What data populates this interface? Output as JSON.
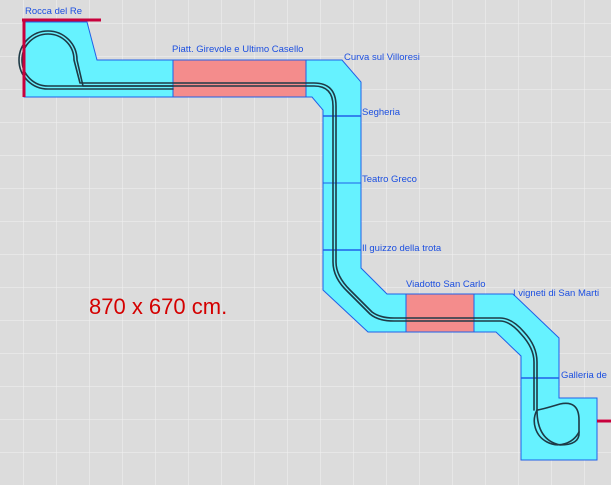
{
  "layout_plan": {
    "dimensions_text": "870 x 670 cm.",
    "colors": {
      "background": "#dcdcdc",
      "grid": "#f2f2f2",
      "baseboard": "#66f2ff",
      "baseboard_outline": "#2060e8",
      "special_module": "#f48c8c",
      "track": "#1e3a46",
      "edge_marker": "#c8003c",
      "label": "#1c4fe0",
      "dimensions": "#d40000"
    },
    "stations": [
      {
        "id": "rocca-del-re",
        "label": "Rocca del Re",
        "kind": "terminal-loop"
      },
      {
        "id": "piatt-girevole",
        "label": "Piatt. Girevole e Ultimo Casello",
        "kind": "special-module"
      },
      {
        "id": "curva-villoresi",
        "label": "Curva sul Villoresi",
        "kind": "curve"
      },
      {
        "id": "segheria",
        "label": "Segheria",
        "kind": "module"
      },
      {
        "id": "teatro-greco",
        "label": "Teatro Greco",
        "kind": "module"
      },
      {
        "id": "guizzo-trota",
        "label": "Il guizzo della trota",
        "kind": "module"
      },
      {
        "id": "viadotto",
        "label": "Viadotto San Carlo",
        "kind": "special-module"
      },
      {
        "id": "vigneti",
        "label": "I vigneti di San Marti",
        "kind": "curve"
      },
      {
        "id": "galleria",
        "label": "Galleria de",
        "kind": "terminal-loop"
      }
    ]
  }
}
